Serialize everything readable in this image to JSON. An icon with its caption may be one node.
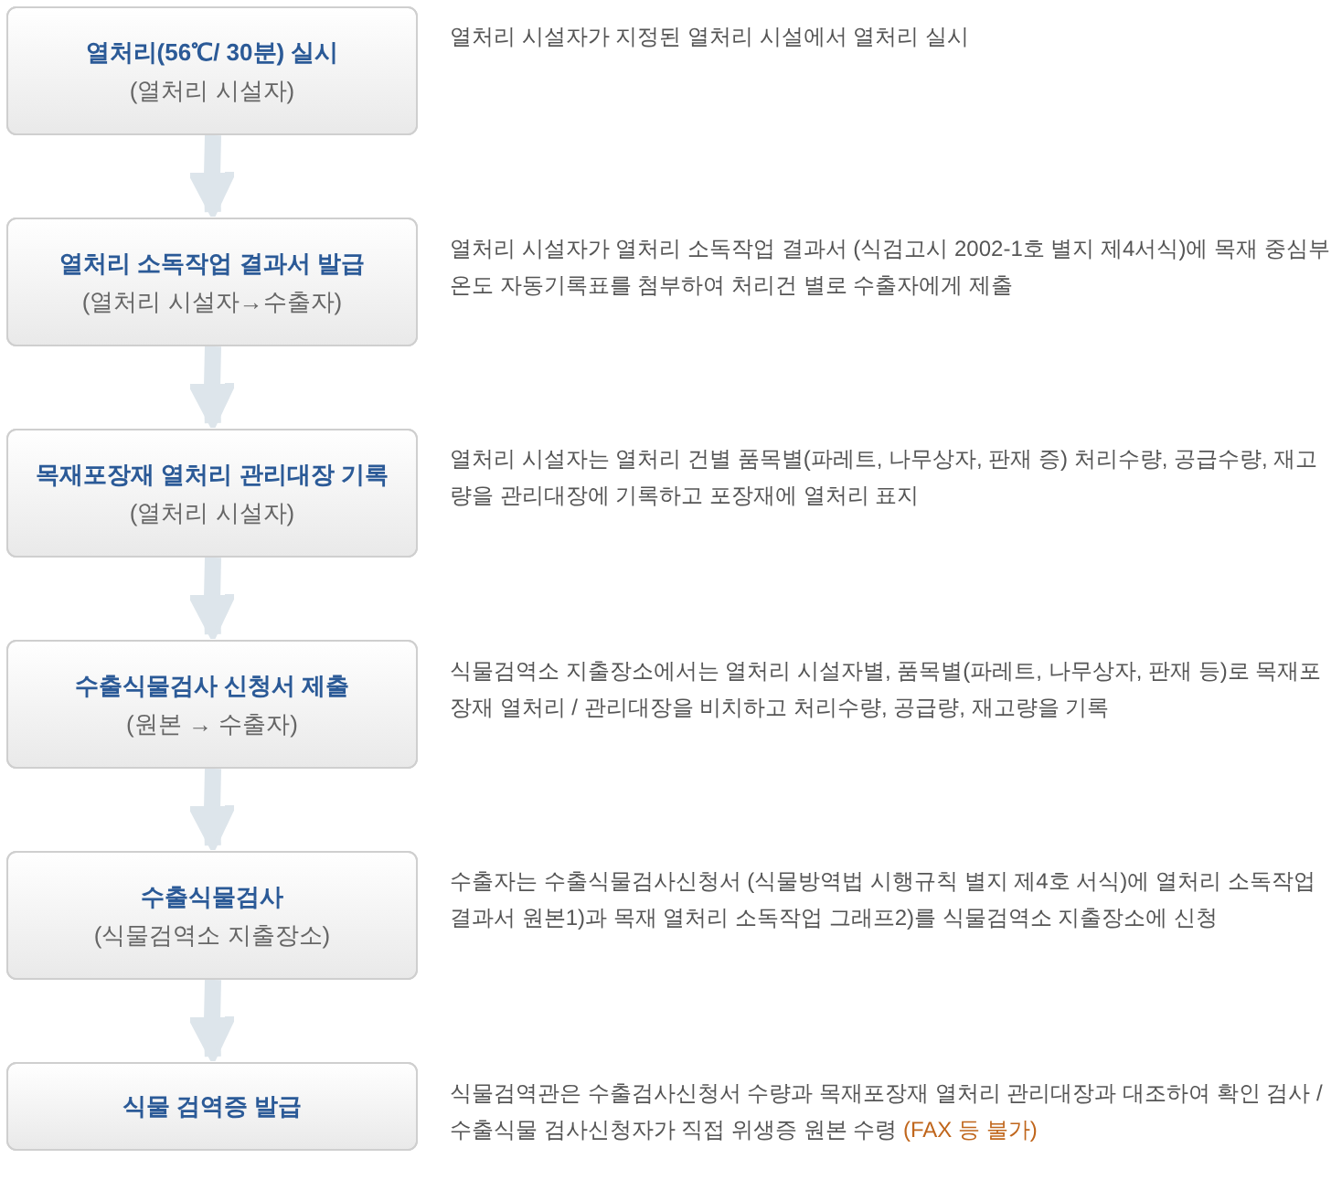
{
  "diagram": {
    "nodes": [
      {
        "text": [
          "열처리(56℃/ 30분) 실시",
          "(열처리 시설자)"
        ],
        "beside": [
          "열처리 시설자가 지정된 열처리 시설에서 열처리 실시"
        ]
      },
      {
        "text": [
          "열처리 소독작업 결과서 발급",
          "(열처리 시설자→수출자)"
        ],
        "beside": [
          "열처리 시설자가 열처리 소독작업 결과서 (식검고시 2002-1호 별지 제4서식)에 목재 중심부온도 자동기록표를 첨부하여 처리건 별로 수출자에게 제출"
        ]
      },
      {
        "text": [
          "목재포장재 열처리 관리대장 기록",
          "(열처리 시설자)"
        ],
        "beside": [
          "열처리 시설자는 열처리 건별 품목별(파레트, 나무상자, 판재 증) 처리수량, 공급수량, 재고량을 관리대장에 기록하고 포장재에 열처리 표지"
        ]
      },
      {
        "text": [
          "수출식물검사 신청서 제출",
          "(원본 → 수출자)"
        ],
        "beside": [
          "식물검역소 지출장소에서는 열처리 시설자별, 품목별(파레트, 나무상자, 판재 등)로 목재포장재 열처리 / 관리대장을 비치하고 처리수량, 공급량, 재고량을 기록"
        ]
      },
      {
        "text": [
          "수출식물검사",
          "(식물검역소 지출장소)"
        ],
        "beside": [
          "수출자는 수출식물검사신청서 (식물방역법 시행규칙 별지 제4호 서식)에 열처리 소독작업결과서 원본1)과 목재 열처리 소독작업 그래프2)를 식물검역소 지출장소에 신청"
        ]
      },
      {
        "text": [
          "식물 검역증 발급"
        ],
        "beside": [
          "식물검역관은 수출검사신청서 수량과 목재포장재 열처리 관리대장과 대조하여 확인 검사 / 수출식물 검사신청자가 직접 위생증 원본 수령",
          "(FAX 등 불가)"
        ]
      }
    ],
    "edges": [
      {
        "from": 0,
        "to": 1,
        "arrow": "to"
      },
      {
        "from": 1,
        "to": 2,
        "arrow": "to"
      },
      {
        "from": 2,
        "to": 3,
        "arrow": "to"
      },
      {
        "from": 3,
        "to": 4,
        "arrow": "to"
      },
      {
        "from": 4,
        "to": 5,
        "arrow": "to"
      }
    ]
  }
}
